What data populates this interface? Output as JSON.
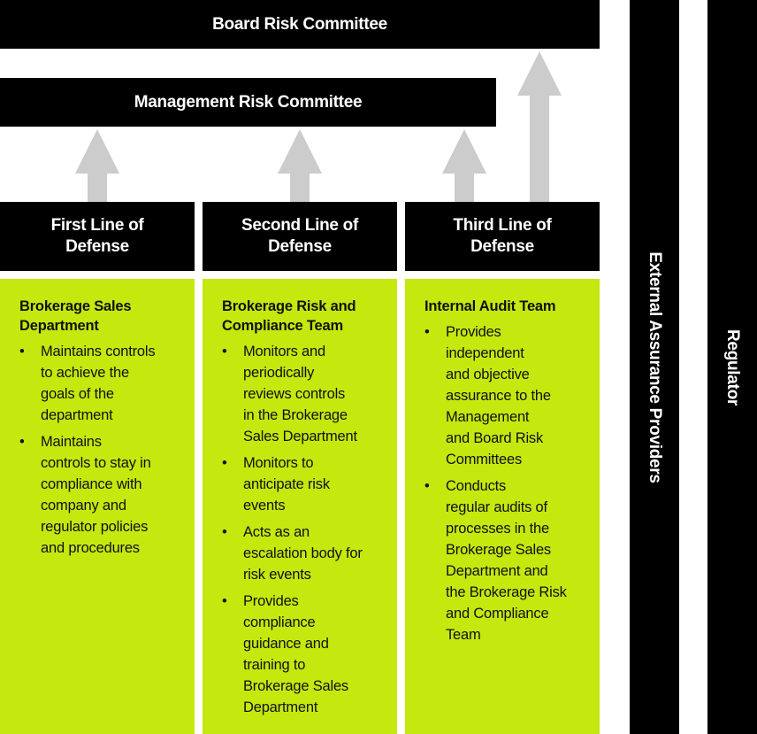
{
  "board": {
    "label": "Board Risk Committee"
  },
  "management": {
    "label": "Management Risk Committee"
  },
  "lines": [
    {
      "header": [
        "First Line of",
        "Defense"
      ],
      "team": [
        "Brokerage Sales",
        "Department"
      ],
      "bullets": [
        [
          "Maintains controls",
          "to achieve the",
          "goals of the",
          "department"
        ],
        [
          "Maintains",
          "controls to stay in",
          "compliance with",
          "company and",
          "regulator policies",
          "and procedures"
        ]
      ]
    },
    {
      "header": [
        "Second Line of",
        "Defense"
      ],
      "team": [
        "Brokerage Risk and",
        "Compliance Team"
      ],
      "bullets": [
        [
          "Monitors and",
          "periodically",
          "reviews controls",
          "in the Brokerage",
          "Sales Department"
        ],
        [
          "Monitors to",
          "anticipate risk",
          "events"
        ],
        [
          "Acts as an",
          "escalation body for",
          "risk events"
        ],
        [
          "Provides",
          "compliance",
          "guidance and",
          "training to",
          "Brokerage Sales",
          "Department"
        ]
      ]
    },
    {
      "header": [
        "Third Line of",
        "Defense"
      ],
      "team": [
        "Internal Audit Team"
      ],
      "bullets": [
        [
          "Provides",
          "independent",
          "and objective",
          "assurance to the",
          "Management",
          "and Board Risk",
          "Committees"
        ],
        [
          "Conducts",
          "regular audits of",
          "processes in the",
          "Brokerage Sales",
          "Department and",
          "the Brokerage Risk",
          "and Compliance",
          "Team"
        ]
      ]
    }
  ],
  "external": {
    "label": "External Assurance Providers"
  },
  "regulator": {
    "label": "Regulator"
  },
  "colors": {
    "bar": "#000000",
    "panel": "#c5e80f",
    "arrow": "#cccccc"
  }
}
